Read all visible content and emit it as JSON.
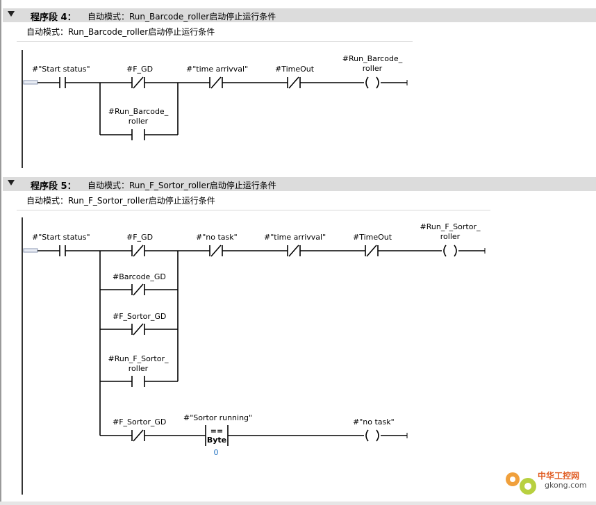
{
  "networks": [
    {
      "title": "程序段 4：",
      "subtitle": "自动模式：Run_Barcode_roller启动停止运行条件",
      "comment": "自动模式：Run_Barcode_roller启动停止运行条件",
      "labels": {
        "start_status": "#\"Start status\"",
        "f_gd": "#F_GD",
        "time_arrival": "#\"time arrivval\"",
        "timeout": "#TimeOut",
        "coil_1": "#Run_Barcode_",
        "coil_2": "roller",
        "branch_1": "#Run_Barcode_",
        "branch_2": "roller"
      }
    },
    {
      "title": "程序段 5：",
      "subtitle": "自动模式：Run_F_Sortor_roller启动停止运行条件",
      "comment": "自动模式：Run_F_Sortor_roller启动停止运行条件",
      "labels": {
        "start_status": "#\"Start status\"",
        "f_gd": "#F_GD",
        "no_task": "#\"no task\"",
        "time_arrival": "#\"time arrivval\"",
        "timeout": "#TimeOut",
        "coil_1": "#Run_F_Sortor_",
        "coil_2": "roller",
        "barcode_gd": "#Barcode_GD",
        "f_sortor_gd": "#F_Sortor_GD",
        "run_f_sortor_1": "#Run_F_Sortor_",
        "run_f_sortor_2": "roller",
        "f_sortor_gd_2": "#F_Sortor_GD",
        "sortor_running": "#\"Sortor running\"",
        "cmp_op": "==",
        "cmp_type": "Byte",
        "cmp_value": "0",
        "no_task_coil": "#\"no task\""
      }
    }
  ],
  "watermark": {
    "name": "中华工控网",
    "url": "gkong.com"
  },
  "colors": {
    "header_bg": "#dcdcdc",
    "wire": "#000000",
    "constant": "#1f6fbf",
    "watermark": "#e05a20"
  }
}
